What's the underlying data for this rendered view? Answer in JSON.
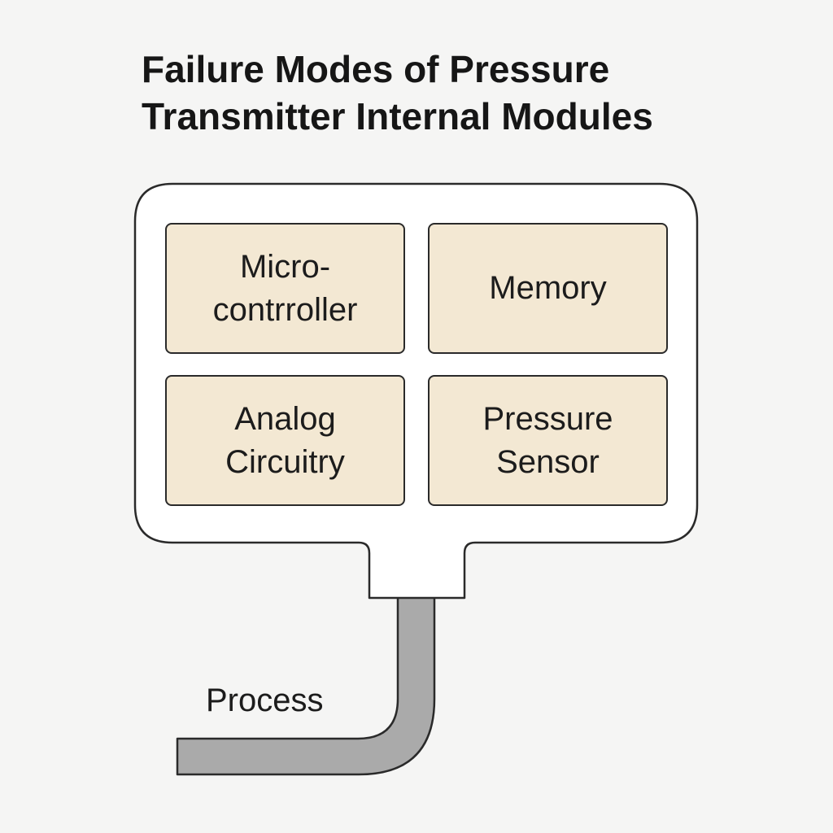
{
  "diagram": {
    "title_lines": [
      "Failure Modes of Pressure",
      "Transmitter Internal Modules"
    ],
    "modules": [
      {
        "lines": [
          "Micro-",
          "contrroller"
        ]
      },
      {
        "lines": [
          "Memory"
        ]
      },
      {
        "lines": [
          "Analog",
          "Circuitry"
        ]
      },
      {
        "lines": [
          "Pressure",
          "Sensor"
        ]
      }
    ],
    "process_label": "Process",
    "colors": {
      "background": "#f5f5f4",
      "module_fill": "#f3e8d3",
      "outline": "#2a2a2a",
      "pipe_fill": "#aaaaaa"
    }
  }
}
